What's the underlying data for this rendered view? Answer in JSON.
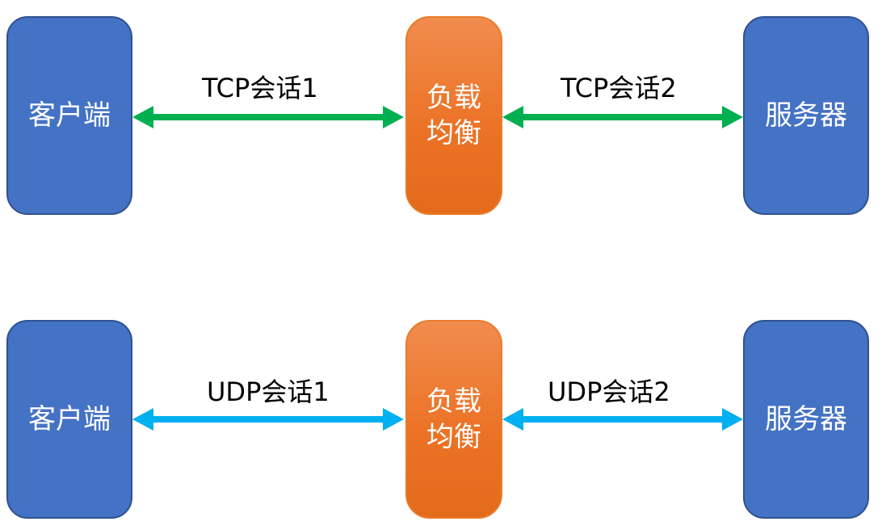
{
  "rows": [
    {
      "client": "客户端",
      "balancer": "负载均衡",
      "server": "服务器",
      "session1": "TCP会话1",
      "session2": "TCP会话2",
      "arrow_color": "#00b050"
    },
    {
      "client": "客户端",
      "balancer": "负载均衡",
      "server": "服务器",
      "session1": "UDP会话1",
      "session2": "UDP会话2",
      "arrow_color": "#00b0f0"
    }
  ]
}
